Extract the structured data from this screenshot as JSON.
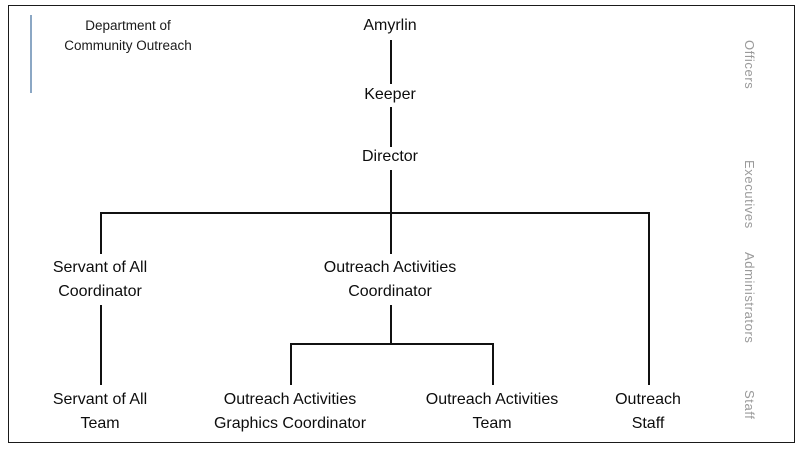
{
  "document": {
    "department_label": "Department of\nCommunity Outreach",
    "accent_color": "#8ba7c4",
    "border_color": "#1a1a1a",
    "text_color": "#0d0d0d",
    "tier_label_color": "#9a9a9a",
    "line_color": "#111111"
  },
  "chart_data": {
    "type": "diagram",
    "title": "Department of Community Outreach",
    "nodes": [
      {
        "id": "amyrlin",
        "label": "Amyrlin",
        "tier": "Officers"
      },
      {
        "id": "keeper",
        "label": "Keeper",
        "tier": "Officers"
      },
      {
        "id": "director",
        "label": "Director",
        "tier": "Executives"
      },
      {
        "id": "servant-of-all-coordinator",
        "label": "Servant of All\nCoordinator",
        "tier": "Administrators"
      },
      {
        "id": "outreach-activities-coordinator",
        "label": "Outreach Activities\nCoordinator",
        "tier": "Administrators"
      },
      {
        "id": "servant-of-all-team",
        "label": "Servant of All\nTeam",
        "tier": "Staff"
      },
      {
        "id": "outreach-activities-graphics-coordinator",
        "label": "Outreach Activities\nGraphics Coordinator",
        "tier": "Staff"
      },
      {
        "id": "outreach-activities-team",
        "label": "Outreach Activities\nTeam",
        "tier": "Staff"
      },
      {
        "id": "outreach-staff",
        "label": "Outreach\nStaff",
        "tier": "Staff"
      }
    ],
    "edges": [
      {
        "from": "amyrlin",
        "to": "keeper"
      },
      {
        "from": "keeper",
        "to": "director"
      },
      {
        "from": "director",
        "to": "servant-of-all-coordinator"
      },
      {
        "from": "director",
        "to": "outreach-activities-coordinator"
      },
      {
        "from": "director",
        "to": "outreach-staff"
      },
      {
        "from": "servant-of-all-coordinator",
        "to": "servant-of-all-team"
      },
      {
        "from": "outreach-activities-coordinator",
        "to": "outreach-activities-graphics-coordinator"
      },
      {
        "from": "outreach-activities-coordinator",
        "to": "outreach-activities-team"
      }
    ],
    "tiers": [
      "Officers",
      "Executives",
      "Administrators",
      "Staff"
    ]
  },
  "nodes": {
    "amyrlin": "Amyrlin",
    "keeper": "Keeper",
    "director": "Director",
    "servant_coordinator": "Servant of All\nCoordinator",
    "outreach_activities_coordinator": "Outreach Activities\nCoordinator",
    "servant_team": "Servant of All\nTeam",
    "graphics_coordinator": "Outreach Activities\nGraphics Coordinator",
    "outreach_activities_team": "Outreach Activities\nTeam",
    "outreach_staff": "Outreach\nStaff"
  },
  "tiers": {
    "officers": "Officers",
    "executives": "Executives",
    "administrators": "Administrators",
    "staff": "Staff"
  }
}
